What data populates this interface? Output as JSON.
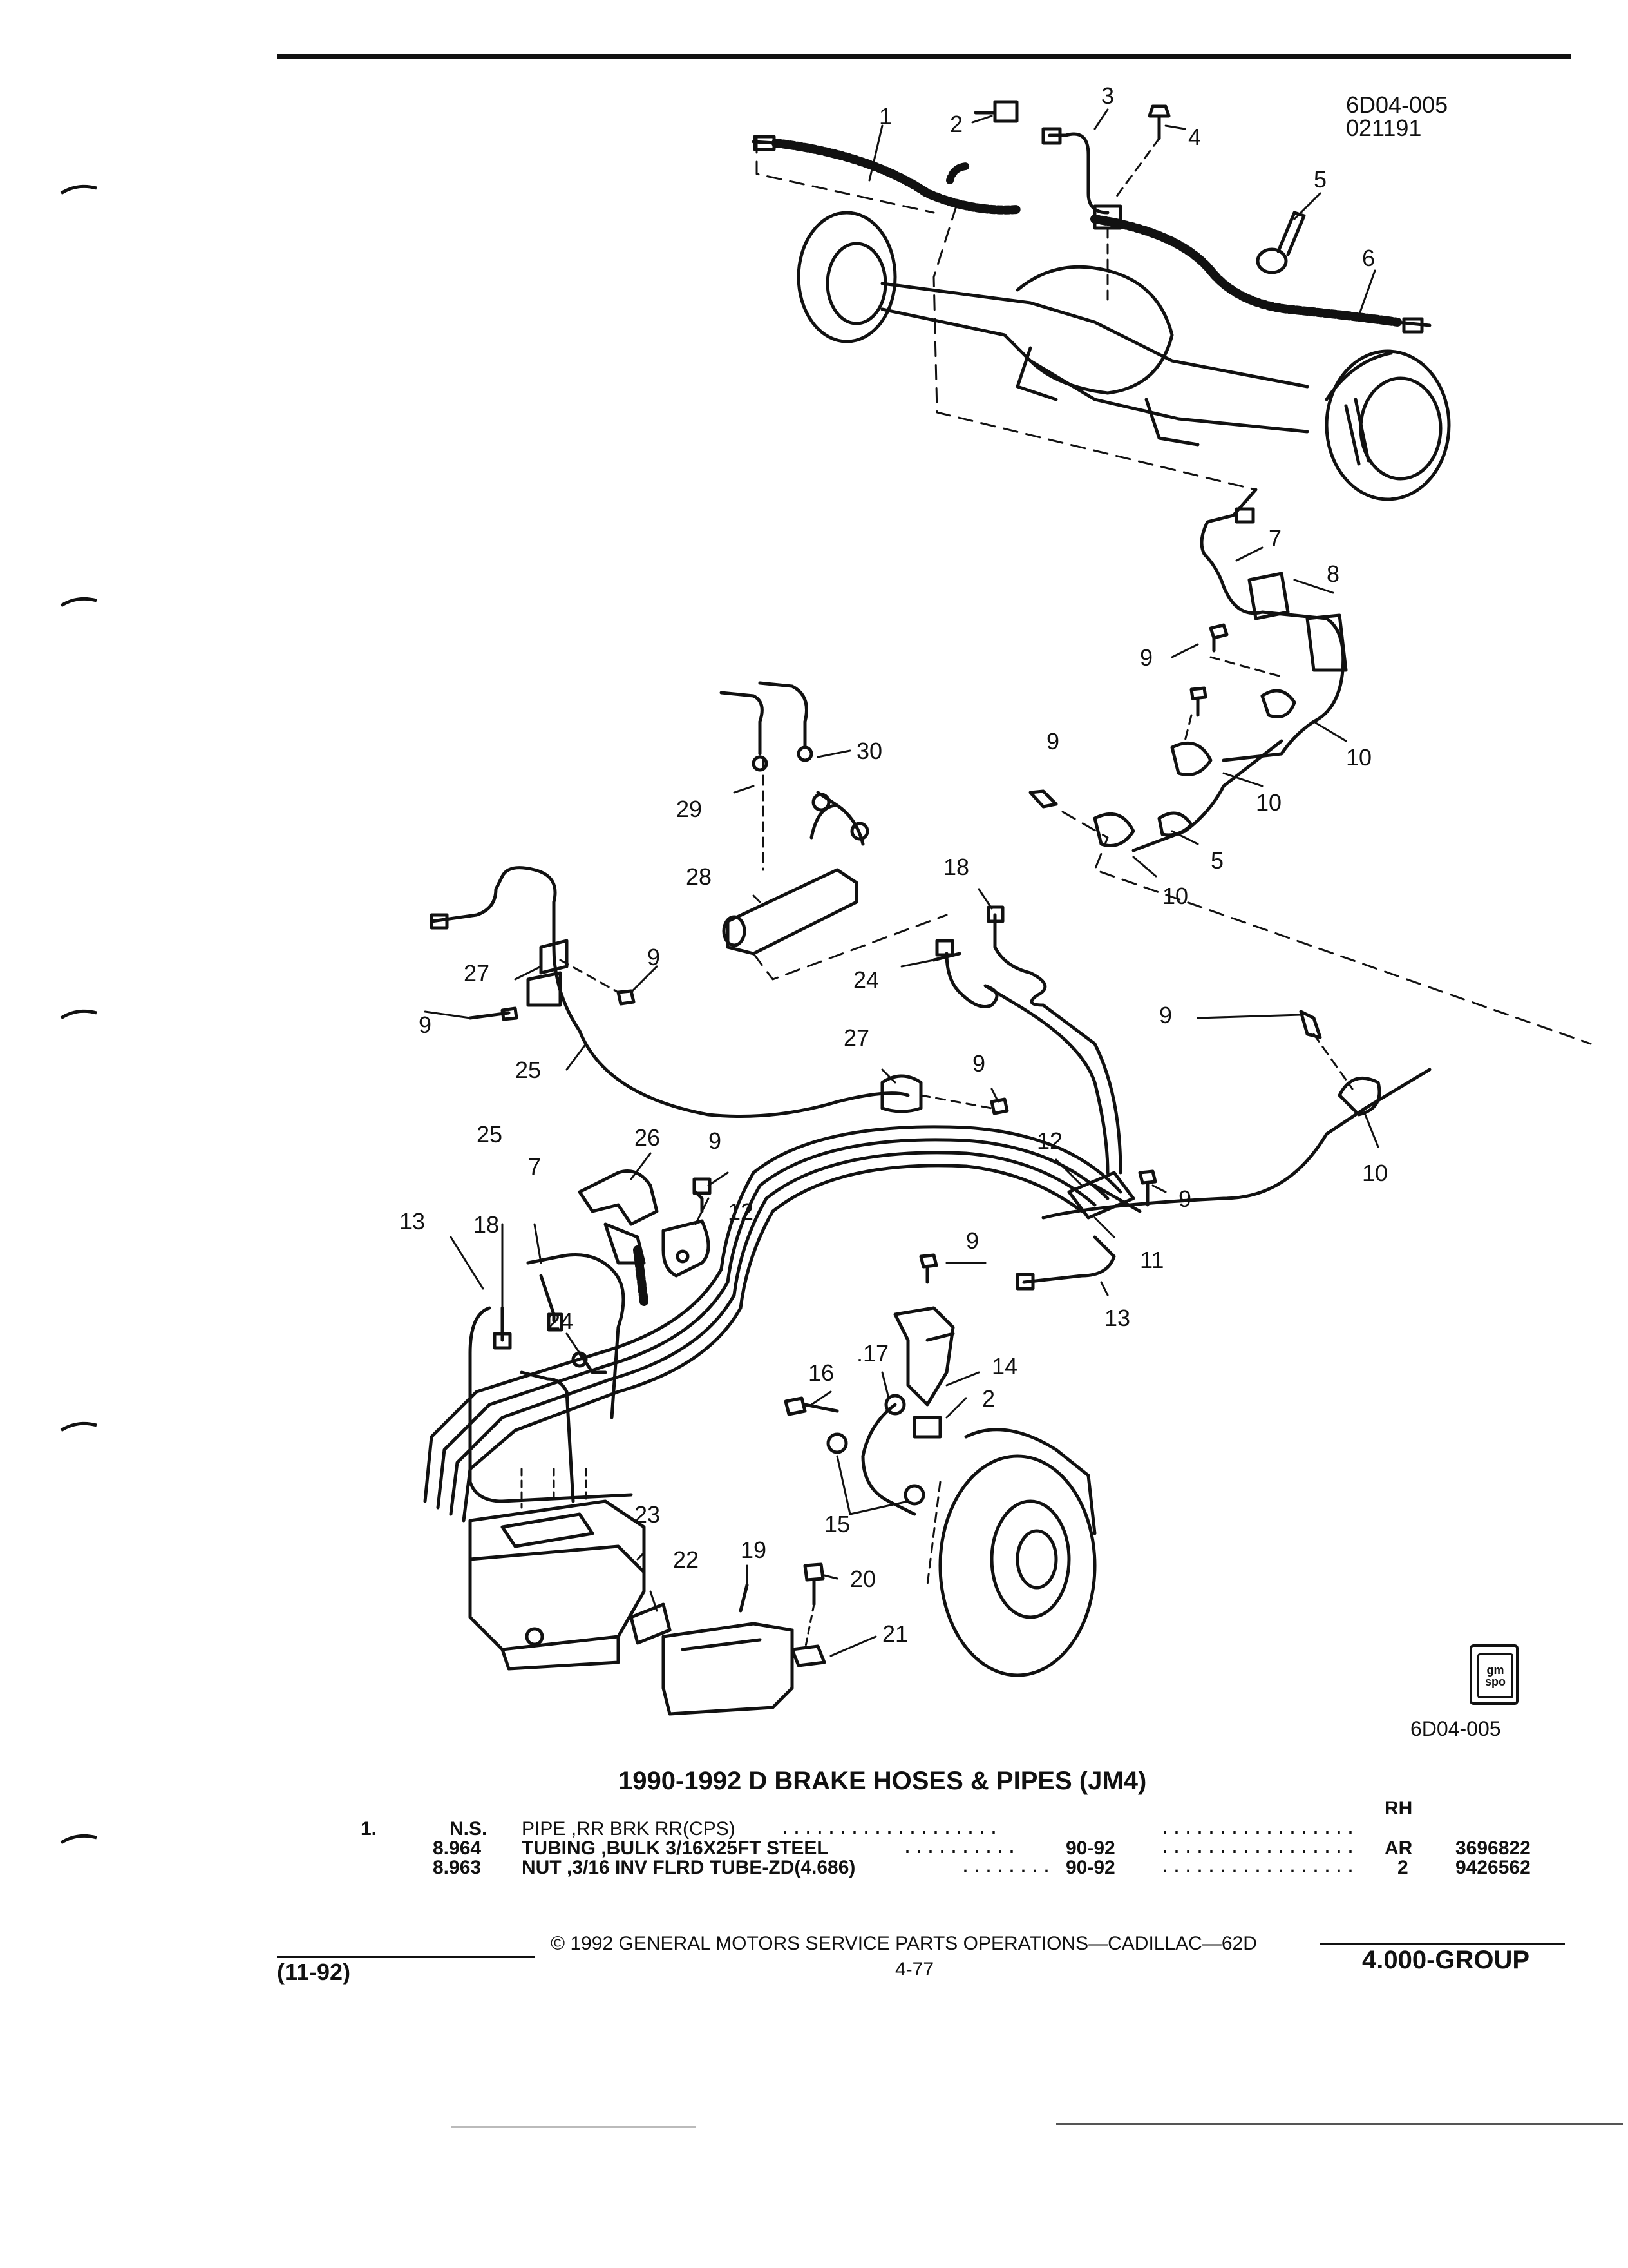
{
  "header": {
    "figure_code": "6D04-005",
    "date_code": "021191"
  },
  "figure": {
    "callouts": {
      "c1": "1",
      "c2a": "2",
      "c2b": "2",
      "c3": "3",
      "c4": "4",
      "c5a": "5",
      "c5b": "5",
      "c6": "6",
      "c7a": "7",
      "c7b": "7",
      "c8": "8",
      "c9a": "9",
      "c9b": "9",
      "c9c": "9",
      "c9d": "9",
      "c9e": "9",
      "c9f": "9",
      "c9g": "9",
      "c9h": "9",
      "c9i": "9",
      "c9j": "9",
      "c10a": "10",
      "c10b": "10",
      "c10c": "10",
      "c10d": "10",
      "c11": "11",
      "c12a": "12",
      "c12b": "12",
      "c13a": "13",
      "c13b": "13",
      "c14": "14",
      "c15": "15",
      "c16": "16",
      "c17": ".17",
      "c18a": "18",
      "c18b": "18",
      "c19": "19",
      "c20": "20",
      "c21": "21",
      "c22": "22",
      "c23": "23",
      "c24a": "24",
      "c24b": "24",
      "c25a": "25",
      "c25b": "25",
      "c26": "26",
      "c27a": "27",
      "c27b": "27",
      "c28": "28",
      "c29": "29",
      "c30": "30"
    },
    "logo_text": "gm spo",
    "bottom_code": "6D04-005"
  },
  "section_title": "1990-1992 D BRAKE HOSES & PIPES (JM4)",
  "parts": [
    {
      "item": "1.",
      "part_no": "N.S.",
      "description": "PIPE ,RR BRK RR(CPS)",
      "dots1": "...................",
      "years": "",
      "dots2": ".................",
      "qty": "RH",
      "catalog": ""
    },
    {
      "item": "",
      "part_no": "8.964",
      "description": "TUBING ,BULK 3/16X25FT STEEL",
      "dots1": "..........",
      "years": "90-92",
      "dots2": ".................",
      "qty": "AR",
      "catalog": "3696822"
    },
    {
      "item": "",
      "part_no": "8.963",
      "description": "NUT ,3/16 INV FLRD TUBE-ZD(4.686)",
      "dots1": "........",
      "years": "90-92",
      "dots2": ".................",
      "qty": "2",
      "catalog": "9426562"
    }
  ],
  "footer": {
    "copyright": "© 1992 GENERAL MOTORS SERVICE PARTS OPERATIONS—CADILLAC—62D",
    "page": "4-77",
    "date": "(11-92)",
    "group": "4.000-GROUP"
  }
}
